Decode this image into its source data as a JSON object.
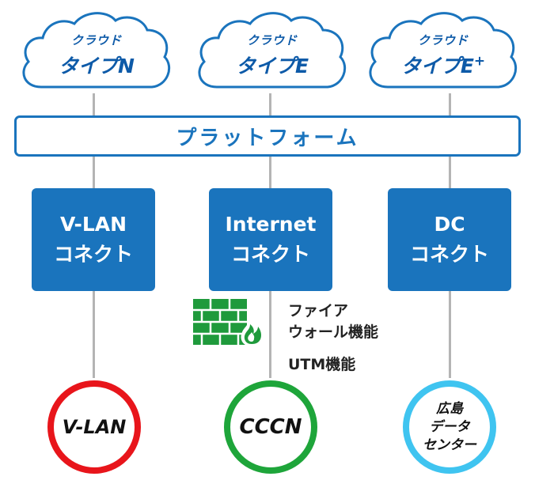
{
  "clouds": [
    {
      "small": "クラウド",
      "big": "タイプN"
    },
    {
      "small": "クラウド",
      "big": "タイプE"
    },
    {
      "small": "クラウド",
      "big": "タイプE",
      "sup": "+"
    }
  ],
  "platform": {
    "label": "プラットフォーム"
  },
  "connects": [
    {
      "line1": "V-LAN",
      "line2": "コネクト"
    },
    {
      "line1": "Internet",
      "line2": "コネクト"
    },
    {
      "line1": "DC",
      "line2": "コネクト"
    }
  ],
  "firewall": {
    "line1": "ファイア",
    "line2": "ウォール機能",
    "utm": "UTM機能"
  },
  "endpoints": [
    {
      "label": "V-LAN",
      "color": "#e8151b"
    },
    {
      "label": "CCCN",
      "color": "#1ea53a"
    },
    {
      "line1": "広島",
      "line2": "データ",
      "line3": "センター",
      "color": "#3fc4f0"
    }
  ],
  "colors": {
    "brand_blue": "#1a74bd",
    "firewall_green": "#1f9a3c",
    "connector_gray": "#b4b4b4"
  }
}
